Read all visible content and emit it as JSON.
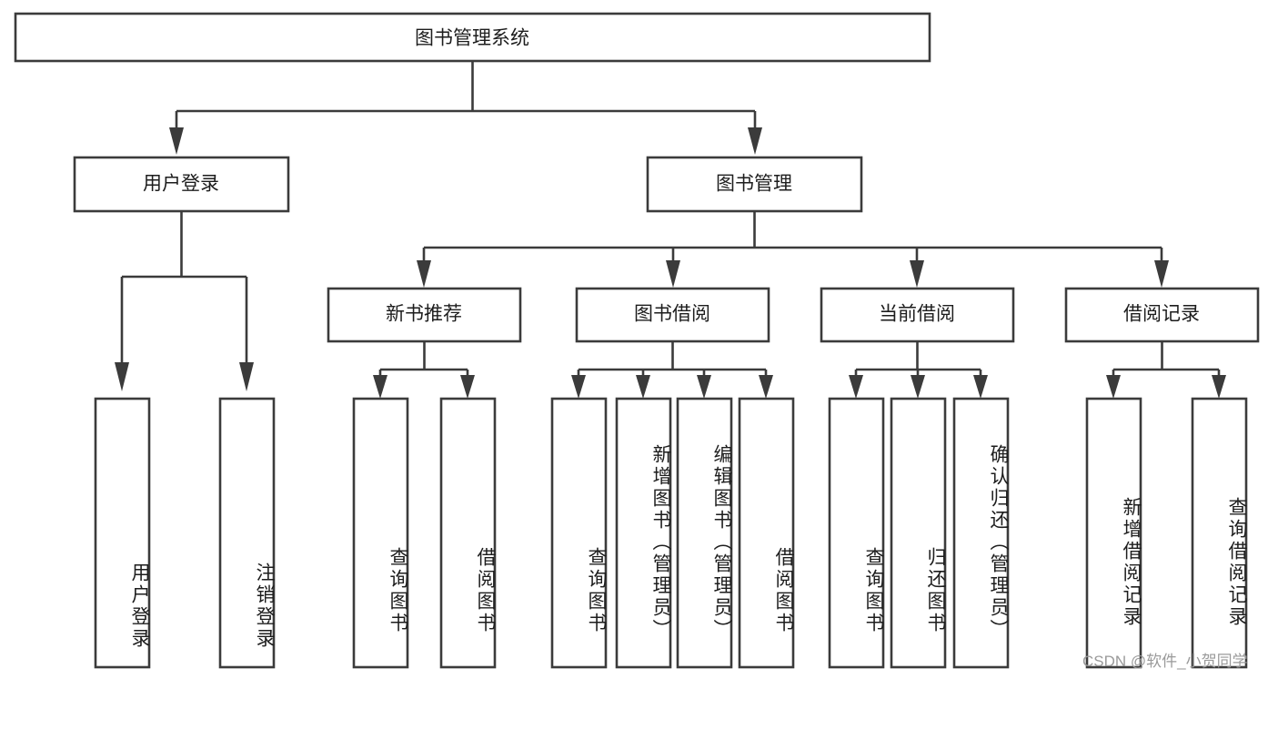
{
  "diagram": {
    "type": "tree",
    "title": "图书管理系统",
    "root": {
      "id": "root",
      "label": "图书管理系统",
      "orientation": "horizontal"
    },
    "level2": [
      {
        "id": "user-login",
        "label": "用户登录",
        "orientation": "horizontal"
      },
      {
        "id": "book-manage",
        "label": "图书管理",
        "orientation": "horizontal"
      }
    ],
    "level3": [
      {
        "id": "new-book-recommend",
        "label": "新书推荐",
        "orientation": "horizontal",
        "parent": "book-manage"
      },
      {
        "id": "book-borrow",
        "label": "图书借阅",
        "orientation": "horizontal",
        "parent": "book-manage"
      },
      {
        "id": "current-borrow",
        "label": "当前借阅",
        "orientation": "horizontal",
        "parent": "book-manage"
      },
      {
        "id": "borrow-record",
        "label": "借阅记录",
        "orientation": "horizontal",
        "parent": "book-manage"
      }
    ],
    "leaves": [
      {
        "id": "leaf-user-login",
        "label": "用户登录",
        "parent": "user-login",
        "orientation": "vertical"
      },
      {
        "id": "leaf-logout-login",
        "label": "注销登录",
        "parent": "user-login",
        "orientation": "vertical"
      },
      {
        "id": "leaf-query-book-1",
        "label": "查询图书",
        "parent": "new-book-recommend",
        "orientation": "vertical"
      },
      {
        "id": "leaf-borrow-book-1",
        "label": "借阅图书",
        "parent": "new-book-recommend",
        "orientation": "vertical"
      },
      {
        "id": "leaf-query-book-2",
        "label": "查询图书",
        "parent": "book-borrow",
        "orientation": "vertical"
      },
      {
        "id": "leaf-add-book",
        "label": "新增图书（管理员）",
        "parent": "book-borrow",
        "orientation": "vertical"
      },
      {
        "id": "leaf-edit-book",
        "label": "编辑图书（管理员）",
        "parent": "book-borrow",
        "orientation": "vertical"
      },
      {
        "id": "leaf-borrow-book-2",
        "label": "借阅图书",
        "parent": "book-borrow",
        "orientation": "vertical"
      },
      {
        "id": "leaf-query-book-3",
        "label": "查询图书",
        "parent": "current-borrow",
        "orientation": "vertical"
      },
      {
        "id": "leaf-return-book",
        "label": "归还图书",
        "parent": "current-borrow",
        "orientation": "vertical"
      },
      {
        "id": "leaf-confirm-return",
        "label": "确认归还（管理员）",
        "parent": "current-borrow",
        "orientation": "vertical"
      },
      {
        "id": "leaf-add-record",
        "label": "新增借阅记录",
        "parent": "borrow-record",
        "orientation": "vertical"
      },
      {
        "id": "leaf-query-record",
        "label": "查询借阅记录",
        "parent": "borrow-record",
        "orientation": "vertical"
      }
    ],
    "colors": {
      "stroke": "#3b3b3b",
      "fill": "#ffffff",
      "text": "#1d1d1d",
      "watermark": "#9a9a9a"
    }
  },
  "watermark": {
    "text": "CSDN @软件_小贺同学"
  }
}
